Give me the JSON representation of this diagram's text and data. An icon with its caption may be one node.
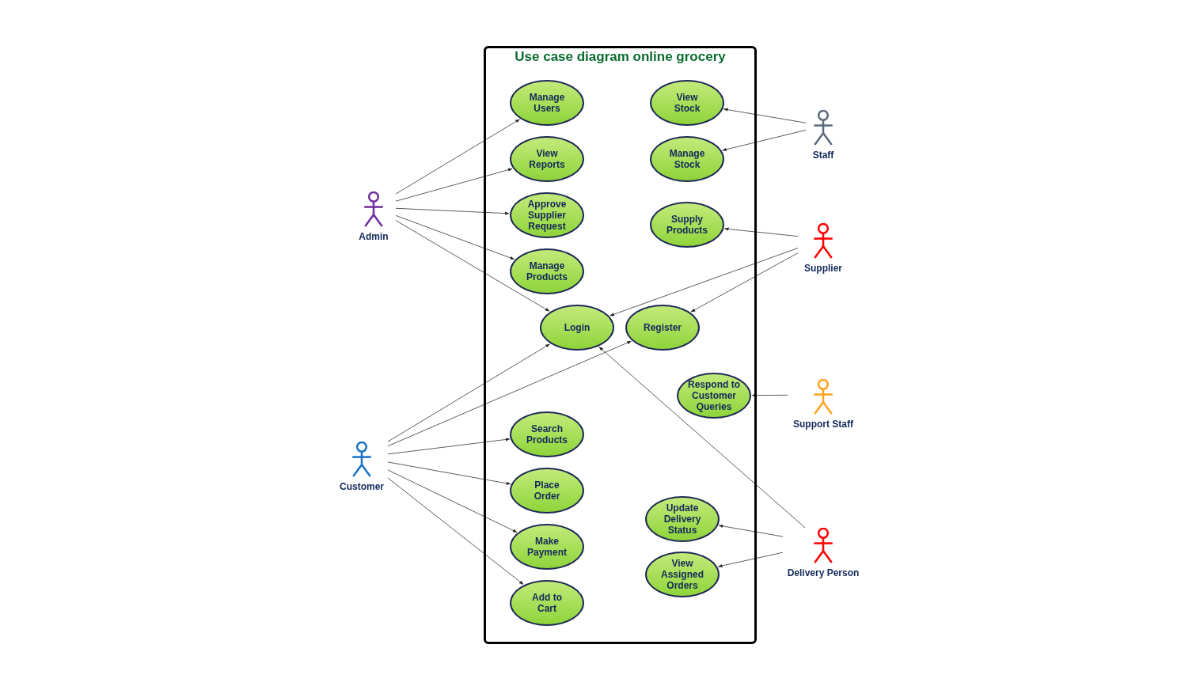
{
  "diagram": {
    "title": "Use case diagram online grocery",
    "nodes": [
      {
        "text": [],
        "shape": "box"
      },
      {
        "text": [
          "Manage Users"
        ],
        "in": 0
      },
      {
        "text": [
          "View Stock"
        ],
        "in": 0
      },
      {
        "text": [
          "View Reports"
        ],
        "in": 0
      },
      {
        "text": [
          "Manage Stock"
        ],
        "in": 0
      },
      {
        "text": [
          "Approve Supplier Request"
        ],
        "in": 0
      },
      {
        "text": [
          "Supply Products"
        ],
        "in": 0
      },
      {
        "text": [
          "Manage Products"
        ],
        "in": 0
      },
      {
        "text": [
          "Login"
        ],
        "in": 0
      },
      {
        "text": [
          "Register"
        ],
        "in": 0
      },
      {
        "text": [
          "Respond to Customer Queries"
        ],
        "in": 0
      },
      {
        "text": [
          "Search Products"
        ],
        "in": 0
      },
      {
        "text": [
          "Place Order"
        ],
        "in": 0
      },
      {
        "text": [
          "Make Payment"
        ],
        "in": 0
      },
      {
        "text": [
          "Update Delivery Status"
        ],
        "in": 0
      },
      {
        "text": [
          "View Assigned Orders"
        ],
        "in": 0
      },
      {
        "text": [
          "Add to Cart"
        ],
        "in": 0
      },
      {
        "text": [
          "Admin"
        ]
      },
      {
        "text": [
          "Staff"
        ]
      },
      {
        "text": [
          "Supplier"
        ]
      },
      {
        "text": [
          "Support Staff"
        ]
      },
      {
        "text": [
          "Customer"
        ]
      },
      {
        "text": [
          "Delivery Person"
        ]
      }
    ],
    "edges": [
      {
        "from": 17,
        "to": 1,
        "arrow": "to"
      },
      {
        "from": 17,
        "to": 3,
        "arrow": "to"
      },
      {
        "from": 17,
        "to": 5,
        "arrow": "to"
      },
      {
        "from": 17,
        "to": 7,
        "arrow": "to"
      },
      {
        "from": 17,
        "to": 8,
        "arrow": "to"
      },
      {
        "from": 18,
        "to": 2,
        "arrow": "to"
      },
      {
        "from": 18,
        "to": 4,
        "arrow": "to"
      },
      {
        "from": 19,
        "to": 6,
        "arrow": "to"
      },
      {
        "from": 19,
        "to": 8,
        "arrow": "to"
      },
      {
        "from": 19,
        "to": 9,
        "arrow": "to"
      },
      {
        "from": 20,
        "to": 10,
        "arrow": "to"
      },
      {
        "from": 21,
        "to": 8,
        "arrow": "to"
      },
      {
        "from": 21,
        "to": 9,
        "arrow": "to"
      },
      {
        "from": 21,
        "to": 11,
        "arrow": "to"
      },
      {
        "from": 21,
        "to": 12,
        "arrow": "to"
      },
      {
        "from": 21,
        "to": 13,
        "arrow": "to"
      },
      {
        "from": 21,
        "to": 16,
        "arrow": "to"
      },
      {
        "from": 22,
        "to": 14,
        "arrow": "to"
      },
      {
        "from": 22,
        "to": 15,
        "arrow": "to"
      },
      {
        "from": 22,
        "to": 8,
        "arrow": "to"
      }
    ]
  }
}
